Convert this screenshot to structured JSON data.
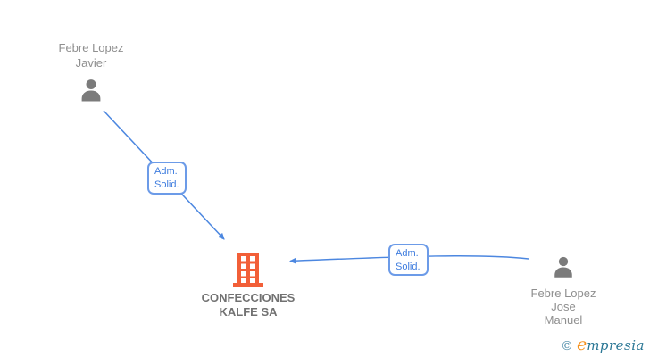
{
  "company": {
    "name_lines": [
      "CONFECCIONES",
      "KALFE SA"
    ]
  },
  "persons": [
    {
      "name_lines": [
        "Febre Lopez",
        "Javier"
      ]
    },
    {
      "name_lines": [
        "Febre Lopez",
        "Jose",
        "Manuel"
      ]
    }
  ],
  "edges": [
    {
      "from": "Febre Lopez Javier",
      "to": "CONFECCIONES KALFE SA",
      "label_lines": [
        "Adm.",
        "Solid."
      ]
    },
    {
      "from": "Febre Lopez Jose Manuel",
      "to": "CONFECCIONES KALFE SA",
      "label_lines": [
        "Adm.",
        "Solid."
      ]
    }
  ],
  "watermark": {
    "copyright_symbol": "©",
    "brand_initial": "e",
    "brand_rest": "mpresia"
  },
  "colors": {
    "edge_blue": "#4c87e0",
    "label_border_blue": "#6c9be8",
    "label_text_blue": "#3e7cde",
    "building_orange": "#f25f38",
    "person_gray": "#7b7b7b",
    "name_gray": "#8f8f8f",
    "company_gray": "#717171",
    "brand_orange": "#f6921e",
    "brand_teal": "#2b7795",
    "copyright_teal": "#4d8ca9"
  }
}
